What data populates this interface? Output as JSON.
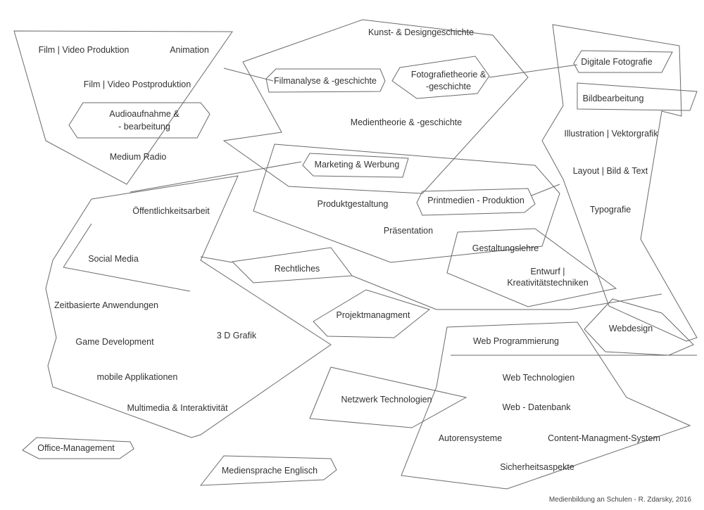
{
  "labels": {
    "film_video_produktion": "Film | Video Produktion",
    "animation": "Animation",
    "film_video_postproduktion": "Film | Video Postproduktion",
    "audioaufnahme_1": "Audioaufnahme &",
    "audioaufnahme_2": "- bearbeitung",
    "medium_radio": "Medium Radio",
    "kunst_designgeschichte": "Kunst- & Designgeschichte",
    "filmanalyse": "Filmanalyse & -geschichte",
    "fotografietheorie_1": "Fotografietheorie &",
    "fotografietheorie_2": "-geschichte",
    "medientheorie": "Medientheorie & -geschichte",
    "digitale_fotografie": "Digitale Fotografie",
    "bildbearbeitung": "Bildbearbeitung",
    "illustration": "Illustration | Vektorgrafik",
    "layout": "Layout | Bild & Text",
    "typografie": "Typografie",
    "marketing": "Marketing & Werbung",
    "produktgestaltung": "Produktgestaltung",
    "printmedien": "Printmedien - Produktion",
    "praesentation": "Präsentation",
    "oeffentlichkeitsarbeit": "Öffentlichkeitsarbeit",
    "social_media": "Social Media",
    "rechtliches": "Rechtliches",
    "gestaltungslehre": "Gestaltungslehre",
    "entwurf_1": "Entwurf |",
    "entwurf_2": "Kreativitätstechniken",
    "zeitbasierte": "Zeitbasierte Anwendungen",
    "projektmanagment": "Projektmanagment",
    "game_development": "Game Development",
    "grafik_3d": "3 D Grafik",
    "webdesign": "Webdesign",
    "web_programmierung": "Web Programmierung",
    "web_technologien": "Web Technologien",
    "mobile_applikationen": "mobile Applikationen",
    "netzwerk_technologien": "Netzwerk Technologien",
    "web_datenbank": "Web - Datenbank",
    "multimedia": "Multimedia & Interaktivität",
    "office_management": "Office-Management",
    "autorensysteme": "Autorensysteme",
    "cms": "Content-Managment-System",
    "medienspache_englisch": "Mediensprache Englisch",
    "sicherheitsaspekte": "Sicherheitsaspekte"
  },
  "footer": "Medienbildung an Schulen - R. Zdarsky, 2016"
}
